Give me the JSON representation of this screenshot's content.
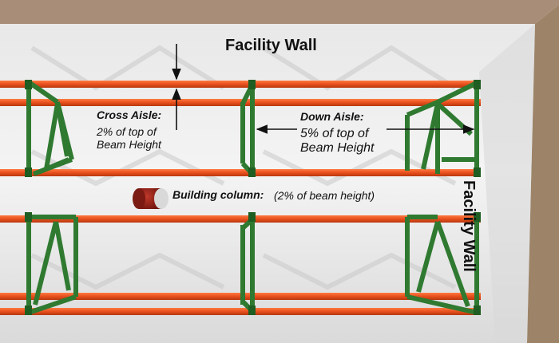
{
  "labels": {
    "facility_wall_top": "Facility Wall",
    "facility_wall_right": "Facility Wall",
    "cross_aisle_title": "Cross Aisle:",
    "cross_aisle_body": "2% of top of\nBeam Height",
    "down_aisle_title": "Down Aisle:",
    "down_aisle_body": "5% of top of\nBeam Height",
    "building_column_title": "Building column:",
    "building_column_body": "(2% of beam height)"
  },
  "colors": {
    "beam": "#e8501e",
    "frame": "#2f7a30",
    "column": "#8b1b14",
    "wall_top": "#a88e78",
    "wall_right": "#9d8468"
  }
}
